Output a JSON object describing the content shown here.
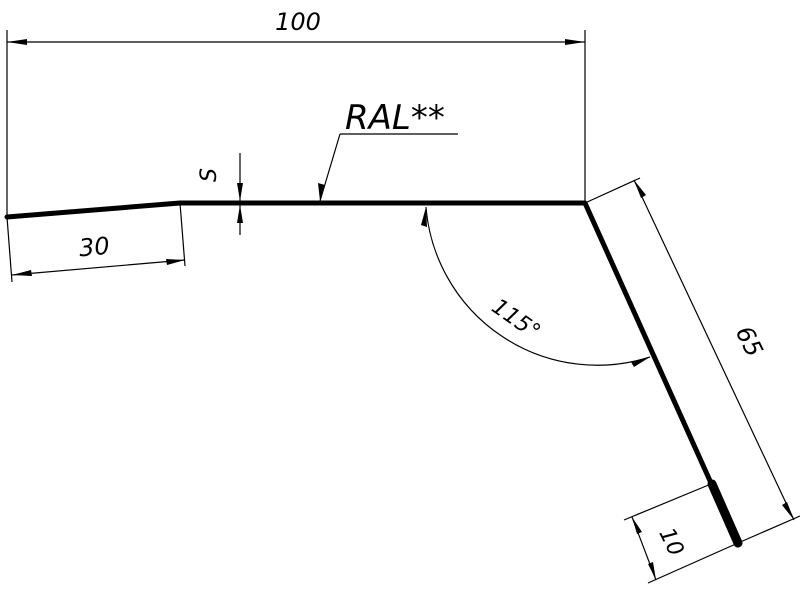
{
  "drawing": {
    "colors": {
      "line": "#000000",
      "background": "#ffffff"
    },
    "labels": {
      "dim_total_width": "100",
      "dim_flange_width": "30",
      "dim_thickness": "S",
      "color_note": "RAL**",
      "dim_angle": "115°",
      "dim_leg_length": "65",
      "dim_hem_length": "10"
    }
  }
}
